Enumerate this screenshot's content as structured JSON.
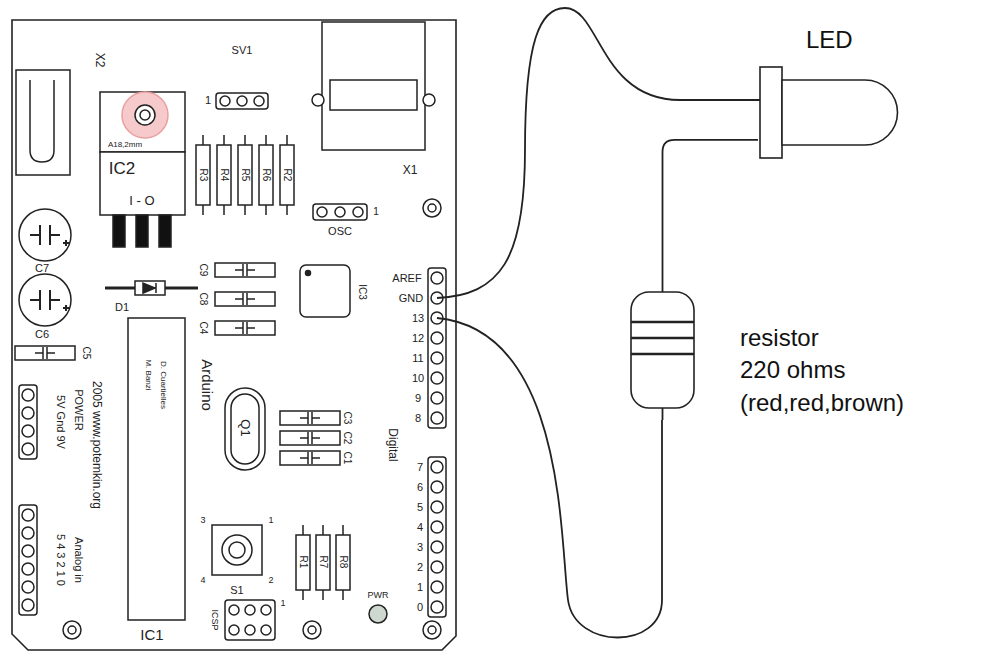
{
  "diagram": {
    "nodes": [
      {
        "text": [
          "LED"
        ]
      },
      {
        "text": [
          "resistor 220 ohms (red,red,brown)"
        ]
      }
    ],
    "edges": [
      {
        "from": 0,
        "to": 1,
        "arrow": "none"
      }
    ],
    "labels": [
      "X2",
      "SV1",
      "1",
      "A18,2mm",
      "IC2",
      "I - O",
      "R3",
      "R4",
      "R5",
      "R6",
      "R2",
      "X1",
      "1",
      "OSC",
      "C7",
      "C6",
      "C9",
      "C8",
      "C4",
      "D1",
      "IC3",
      "AREF",
      "GND",
      "13",
      "12",
      "11",
      "10",
      "9",
      "8",
      "Digital",
      "7",
      "6",
      "5",
      "4",
      "3",
      "2",
      "1",
      "0",
      "C5",
      "M. Banzi",
      "D. Cuartielles",
      "Arduino",
      "2005 www.potemkin.org",
      "POWER",
      "5V Gnd 9V",
      "Analog in",
      "5 4 3 2 1 0",
      "Q1",
      "C3",
      "C2",
      "C1",
      "S1",
      "3",
      "1",
      "4",
      "2",
      "R1",
      "R7",
      "R8",
      "PWR",
      "ICSP",
      "1",
      "IC1"
    ]
  }
}
